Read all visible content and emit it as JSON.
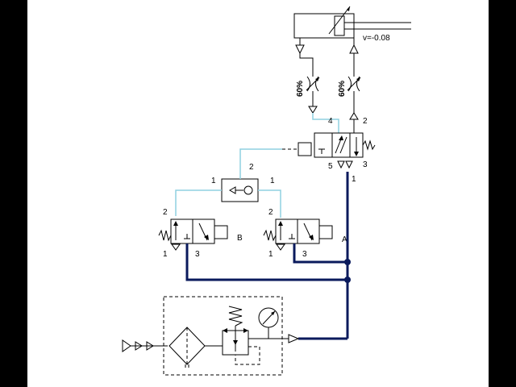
{
  "cylinder": {
    "velocity_label": "v=-0.08"
  },
  "throttles": {
    "left_label": "60%",
    "right_label": "60%"
  },
  "main_valve": {
    "port_4": "4",
    "port_2": "2",
    "port_5": "5",
    "port_1": "1",
    "port_3": "3"
  },
  "shuttle_valve": {
    "port_left": "1",
    "port_top": "2",
    "port_right": "1"
  },
  "valve_b": {
    "port_2": "2",
    "port_1": "1",
    "port_3": "3",
    "name": "B"
  },
  "valve_a": {
    "port_2": "2",
    "port_1": "1",
    "port_3": "3",
    "name": "A"
  },
  "colors": {
    "pressure_line": "#0a1a5c",
    "signal_line": "#8fd0e0",
    "background": "#000000",
    "canvas": "#ffffff"
  }
}
